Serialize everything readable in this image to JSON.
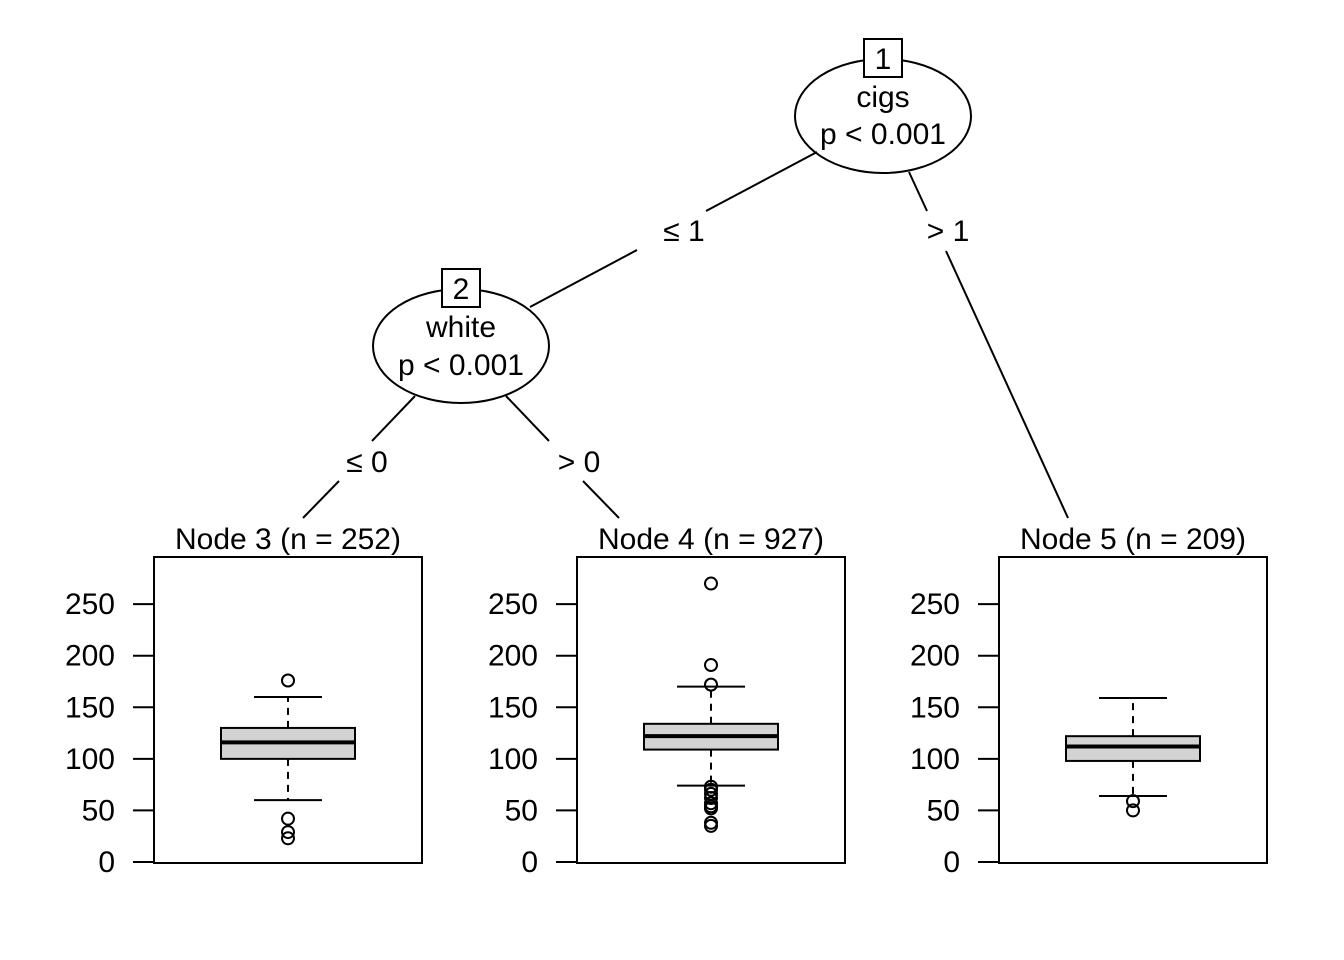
{
  "tree": {
    "inner_nodes": [
      {
        "id": "1",
        "variable": "cigs",
        "p_value": "p < 0.001"
      },
      {
        "id": "2",
        "variable": "white",
        "p_value": "p < 0.001"
      }
    ],
    "edges": [
      {
        "from": "1",
        "to": "2",
        "label": "≤ 1"
      },
      {
        "from": "1",
        "to": "5",
        "label": "> 1"
      },
      {
        "from": "2",
        "to": "3",
        "label": "≤ 0"
      },
      {
        "from": "2",
        "to": "4",
        "label": "> 0"
      }
    ]
  },
  "chart_data": [
    {
      "type": "boxplot",
      "title": "Node 3 (n = 252)",
      "ylim": [
        0,
        290
      ],
      "yticks": [
        "0",
        "50",
        "100",
        "150",
        "200",
        "250"
      ],
      "box": {
        "whisker_low": 60,
        "q1": 100,
        "median": 116,
        "q3": 130,
        "whisker_high": 160
      },
      "outliers": [
        176,
        42,
        29,
        23
      ]
    },
    {
      "type": "boxplot",
      "title": "Node 4 (n = 927)",
      "ylim": [
        0,
        290
      ],
      "yticks": [
        "0",
        "50",
        "100",
        "150",
        "200",
        "250"
      ],
      "box": {
        "whisker_low": 74,
        "q1": 109,
        "median": 122,
        "q3": 134,
        "whisker_high": 170
      },
      "outliers": [
        270,
        191,
        172,
        73,
        70,
        66,
        62,
        57,
        54,
        52,
        38,
        35
      ]
    },
    {
      "type": "boxplot",
      "title": "Node 5 (n = 209)",
      "ylim": [
        0,
        290
      ],
      "yticks": [
        "0",
        "50",
        "100",
        "150",
        "200",
        "250"
      ],
      "box": {
        "whisker_low": 64,
        "q1": 98,
        "median": 112,
        "q3": 122,
        "whisker_high": 159
      },
      "outliers": [
        59,
        50
      ]
    }
  ]
}
